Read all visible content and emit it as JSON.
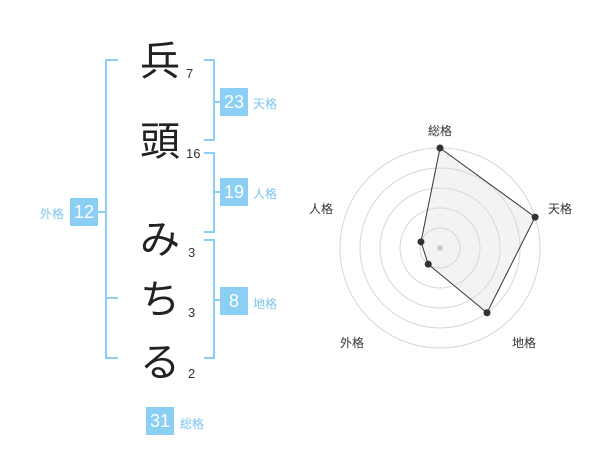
{
  "name": {
    "chars": [
      {
        "char": "兵",
        "strokes": "7"
      },
      {
        "char": "頭",
        "strokes": "16"
      },
      {
        "char": "み",
        "strokes": "3"
      },
      {
        "char": "ち",
        "strokes": "3"
      },
      {
        "char": "る",
        "strokes": "2"
      }
    ]
  },
  "fortunes": {
    "tenkaku": {
      "value": "23",
      "label": "天格"
    },
    "jinkaku": {
      "value": "19",
      "label": "人格"
    },
    "chikaku": {
      "value": "8",
      "label": "地格"
    },
    "gaikaku": {
      "value": "12",
      "label": "外格"
    },
    "soukaku": {
      "value": "31",
      "label": "総格"
    }
  },
  "colors": {
    "accent": "#8ccff4",
    "bracket": "#8ccff4"
  },
  "chart_data": {
    "type": "radar",
    "axes": [
      "総格",
      "天格",
      "地格",
      "外格",
      "人格"
    ],
    "values": [
      5,
      5,
      4,
      1,
      1
    ],
    "range": [
      0,
      5
    ],
    "rings": 5
  }
}
